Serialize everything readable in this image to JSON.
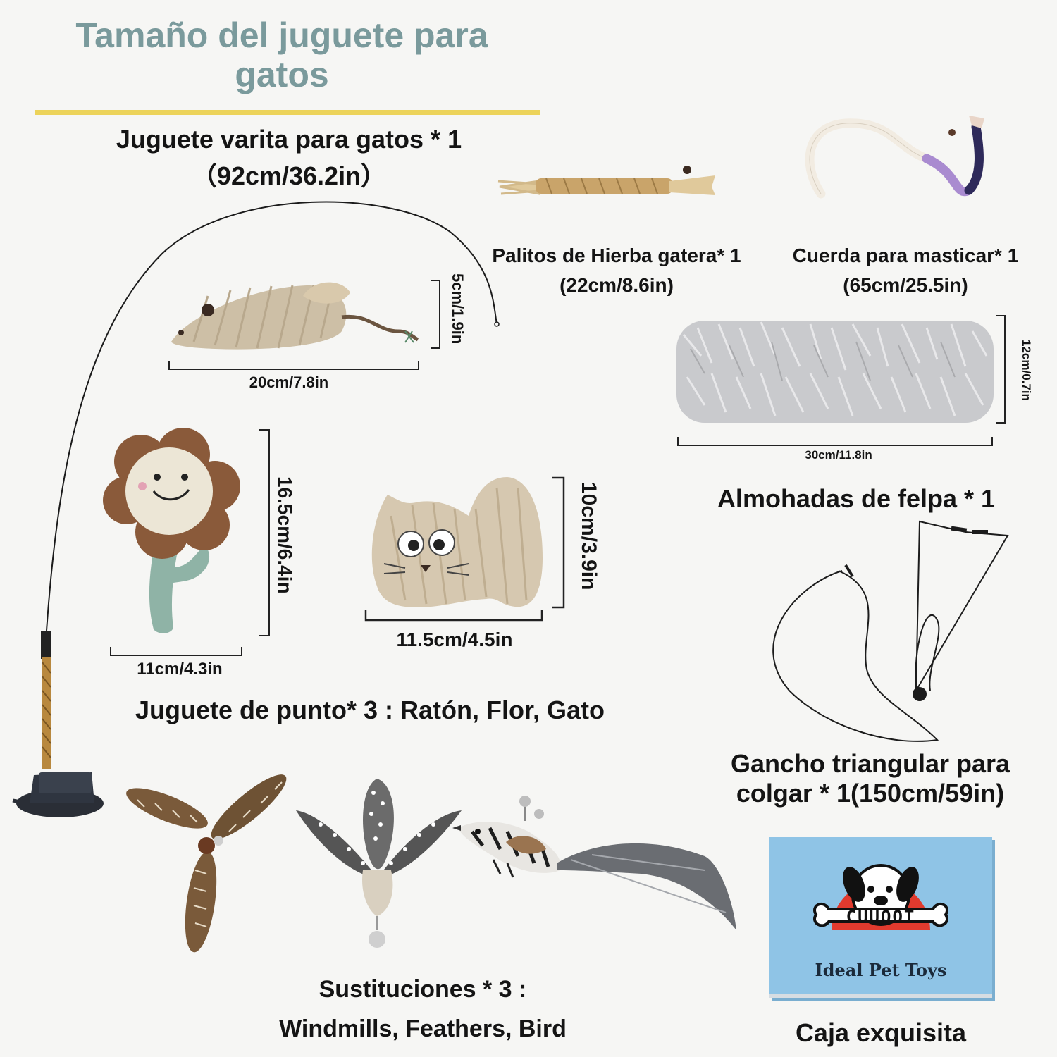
{
  "title": "Tamaño del juguete para gatos",
  "wand": {
    "label": "Juguete varita para gatos * 1",
    "size": "（92cm/36.2in）"
  },
  "catnip": {
    "label": "Palitos de Hierba gatera* 1",
    "size": "(22cm/8.6in)"
  },
  "rope": {
    "label": "Cuerda para masticar* 1",
    "size": "(65cm/25.5in)"
  },
  "mouse": {
    "width": "20cm/7.8in",
    "height": "5cm/1.9in"
  },
  "plush": {
    "width": "30cm/11.8in",
    "height": "12cm/0.7in",
    "label": "Almohadas de felpa * 1"
  },
  "flower": {
    "width": "11cm/4.3in",
    "height": "16.5cm/6.4in"
  },
  "cat": {
    "width": "11.5cm/4.5in",
    "height": "10cm/3.9in"
  },
  "knit": {
    "label": "Juguete de punto* 3 :  Ratón, Flor, Gato"
  },
  "hook": {
    "label_line1": "Gancho triangular para",
    "label_line2": "colgar * 1(150cm/59in)"
  },
  "replacements": {
    "label_line1": "Sustituciones * 3 :",
    "label_line2": "Windmills, Feathers, Bird"
  },
  "box": {
    "brand": "CUUOOT",
    "tagline": "Ideal Pet Toys",
    "label": "Caja exquisita"
  },
  "colors": {
    "title": "#7a9a9c",
    "underline": "#ecd35a",
    "box": "#8fc4e6",
    "knit_beige": "#cdbfa6",
    "knit_brown": "#8a5a3a",
    "knit_green": "#8fb3a6"
  }
}
